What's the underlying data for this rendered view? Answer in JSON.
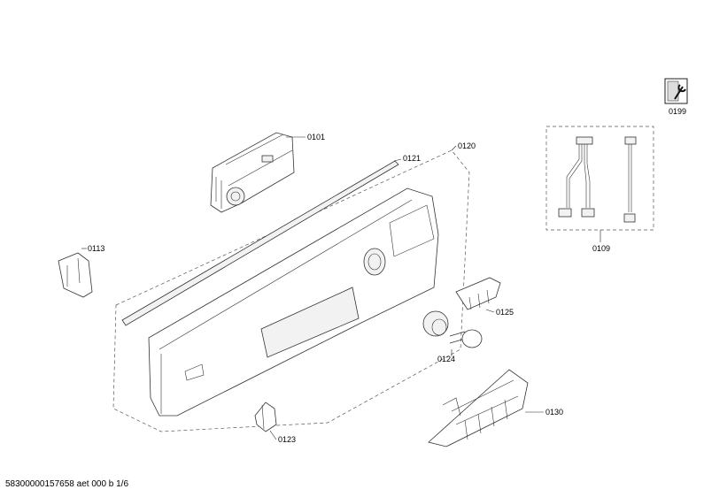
{
  "document_id": "58300000157658 aet 000 b 1/6",
  "parts": {
    "p0101": "0101",
    "p0109": "0109",
    "p0113": "0113",
    "p0120": "0120",
    "p0121": "0121",
    "p0123": "0123",
    "p0124": "0124",
    "p0125": "0125",
    "p0130": "0130",
    "p0199": "0199"
  }
}
